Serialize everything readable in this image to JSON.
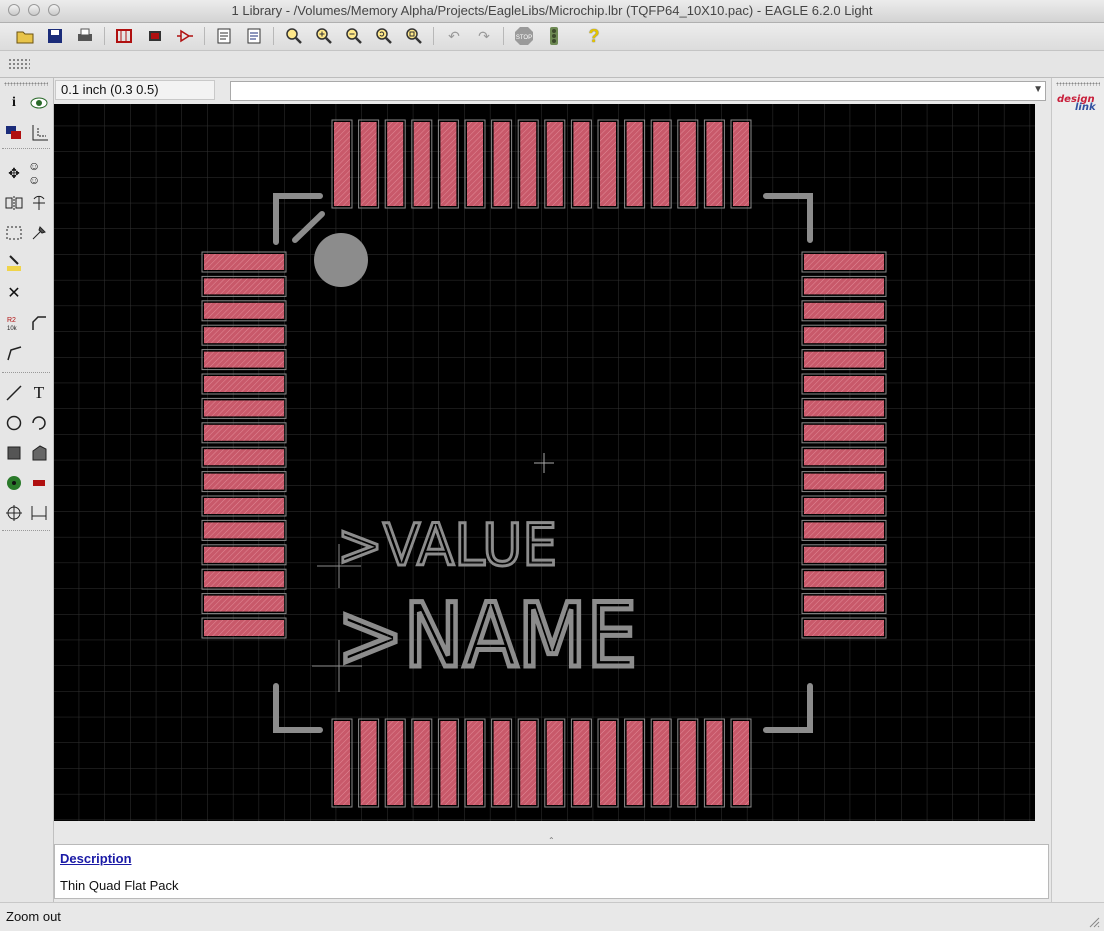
{
  "window": {
    "title": "1 Library - /Volumes/Memory Alpha/Projects/EagleLibs/Microchip.lbr (TQFP64_10X10.pac) - EAGLE 6.2.0 Light"
  },
  "toolbar": {
    "buttons": [
      "open-icon",
      "save-icon",
      "print-icon",
      "cam-icon",
      "board-icon",
      "schematic-icon",
      "script-icon",
      "ulp-icon",
      "zoom-fit-icon",
      "zoom-in-icon",
      "zoom-out-icon",
      "zoom-redraw-icon",
      "zoom-select-icon",
      "undo-icon",
      "redo-icon",
      "stop-icon",
      "go-icon",
      "help-icon"
    ],
    "stop_label": "STOP"
  },
  "coordinate_display": "0.1 inch (0.3 0.5)",
  "command_line": {
    "value": ""
  },
  "canvas": {
    "value_text": ">VALUE",
    "name_text": ">NAME"
  },
  "right_panel": {
    "logo_top": "design",
    "logo_bottom": "link"
  },
  "description": {
    "heading": "Description",
    "text": "Thin Quad Flat Pack"
  },
  "status": {
    "text": "Zoom out"
  },
  "colors": {
    "pad": "#c8596a",
    "silk": "#8c8c8c",
    "grid": "#3a3a3a",
    "canvas_bg": "#000000"
  }
}
